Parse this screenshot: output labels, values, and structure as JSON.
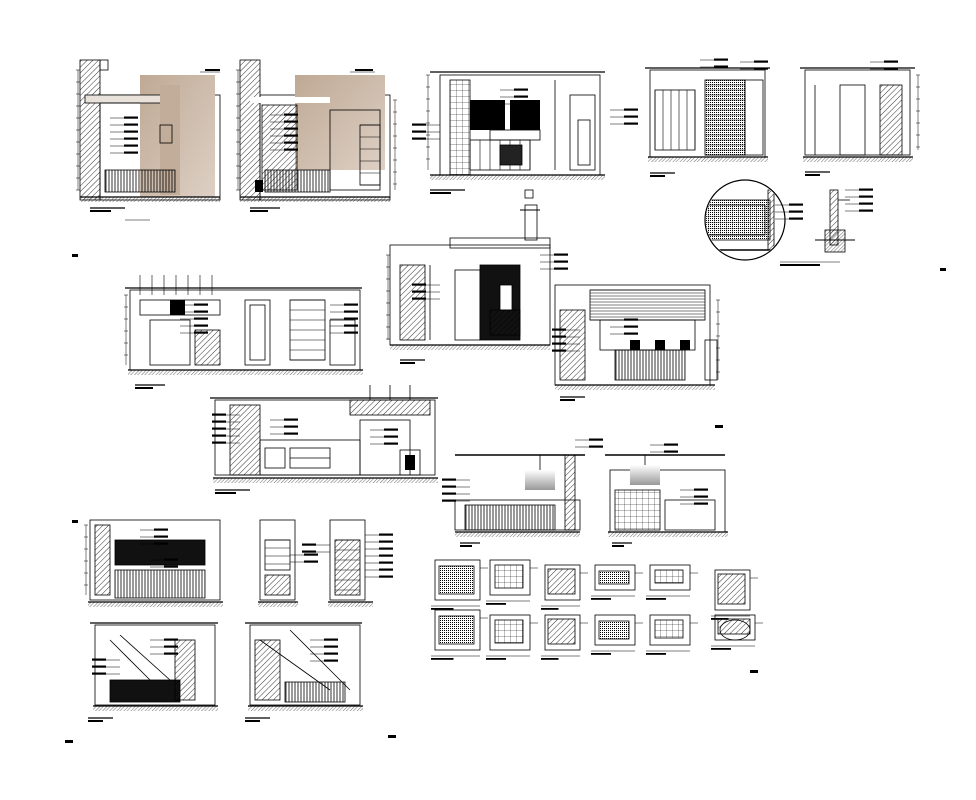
{
  "sheet": {
    "background": "#ffffff",
    "line_color": "#000000",
    "accent_panel_color": "#c8b6a6",
    "accent_panel_light": "#e2d8cf"
  },
  "drawings": [
    {
      "id": "elev-1",
      "kind": "elevation",
      "shaded": true
    },
    {
      "id": "elev-2",
      "kind": "elevation",
      "shaded": true
    },
    {
      "id": "elev-3",
      "kind": "elevation",
      "shaded": false
    },
    {
      "id": "elev-4",
      "kind": "elevation",
      "shaded": false
    },
    {
      "id": "elev-5",
      "kind": "elevation",
      "shaded": false
    },
    {
      "id": "detail-circle",
      "kind": "detail",
      "shaded": false
    },
    {
      "id": "section-1",
      "kind": "section",
      "shaded": false
    },
    {
      "id": "elev-6",
      "kind": "elevation",
      "shaded": false
    },
    {
      "id": "elev-7",
      "kind": "elevation",
      "shaded": false
    },
    {
      "id": "elev-8",
      "kind": "elevation",
      "shaded": false
    },
    {
      "id": "elev-9",
      "kind": "elevation",
      "shaded": false
    },
    {
      "id": "elev-10",
      "kind": "elevation",
      "shaded": false
    },
    {
      "id": "elev-11",
      "kind": "elevation",
      "shaded": false
    },
    {
      "id": "elev-12",
      "kind": "elevation",
      "shaded": false
    },
    {
      "id": "elev-13",
      "kind": "elevation",
      "shaded": false
    },
    {
      "id": "elev-14",
      "kind": "elevation",
      "shaded": false
    },
    {
      "id": "elev-15",
      "kind": "elevation",
      "shaded": false
    },
    {
      "id": "detail-set",
      "kind": "detail",
      "shaded": false
    }
  ]
}
